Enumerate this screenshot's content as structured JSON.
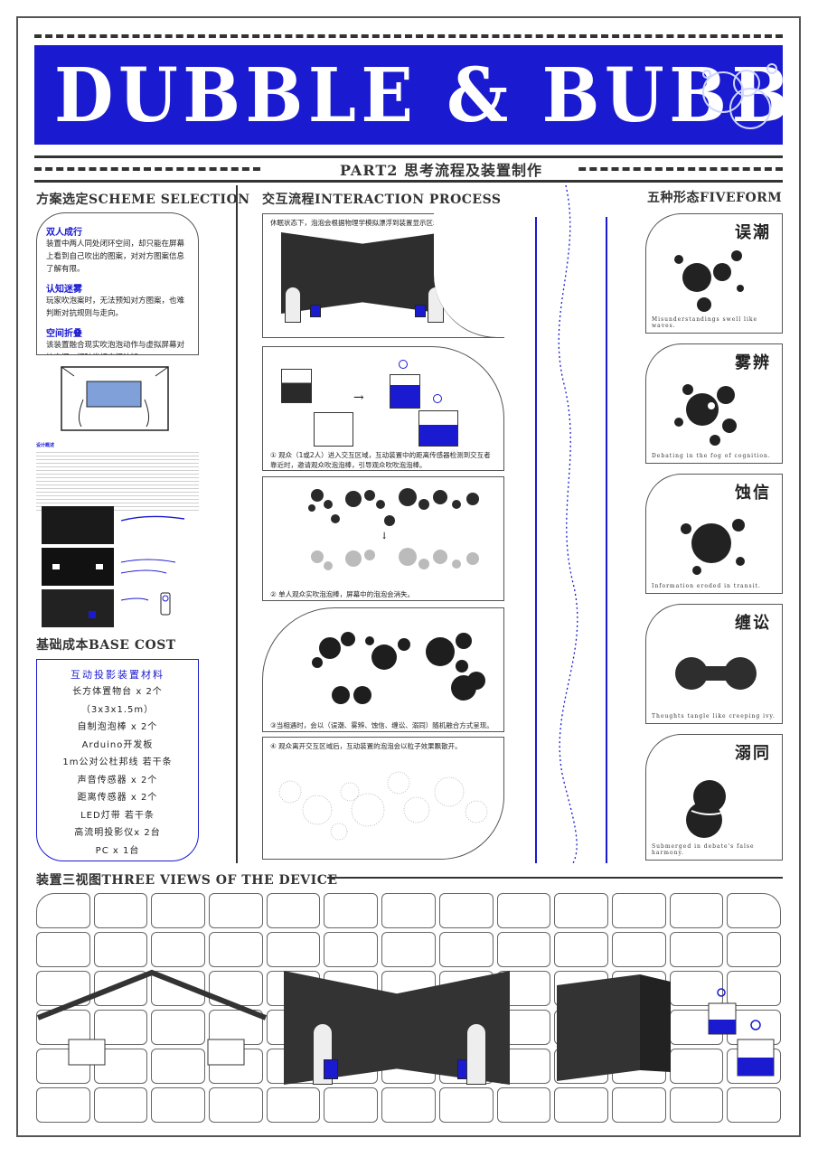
{
  "header": {
    "title": "DUBBLE & BUBBLE",
    "subtitle": "PART2 思考流程及装置制作"
  },
  "sections": {
    "scheme": "方案选定SCHEME SELECTION",
    "interaction": "交互流程INTERACTION PROCESS",
    "fiveform": "五种形态FIVEFORM",
    "cost": "基础成本BASE COST",
    "views": "装置三视图THREE VIEWS OF THE DEVICE"
  },
  "scheme": {
    "items": [
      {
        "heading": "双人成行",
        "text": "装置中两人同处闭环空间，却只能在屏幕上看到自己吹出的图案，对对方图案信息了解有限。"
      },
      {
        "heading": "认知迷雾",
        "text": "玩家吹泡案时，无法预知对方图案，也难判断对抗规则与走向。"
      },
      {
        "heading": "空间折叠",
        "text": "该装置融合现实吹泡泡动作与虚拟屏幕对抗空间，打破常规空间认知。"
      }
    ],
    "sketch_heading": "设计概述"
  },
  "interaction": {
    "steps": [
      "休眠状态下，泡泡会根据物理学模拟漂浮到装置显示区域的上方。",
      "① 观众（1或2人）进入交互区域，互动装置中的距离传感器检测到交互者靠近时，邀请观众吹泡泡棒，引导观众吹吹泡泡棒。",
      "② 单人观众实吹泡泡棒，屏幕中的泡泡会消失。",
      "③当相遇时，会以（误潮、雾辨、蚀信、缠讼、溺同）随机融合方式呈现。",
      "④ 观众离开交互区域后，互动装置的泡泡会以粒子效果飘散开。"
    ]
  },
  "forms": [
    {
      "name": "误潮",
      "caption": "Misunderstandings swell like waves."
    },
    {
      "name": "雾辨",
      "caption": "Debating in the fog of cognition."
    },
    {
      "name": "蚀信",
      "caption": "Information eroded in transit."
    },
    {
      "name": "缠讼",
      "caption": "Thoughts tangle like creeping ivy."
    },
    {
      "name": "溺同",
      "caption": "Submerged in debate's false harmony."
    }
  ],
  "cost": {
    "heading": "互动投影装置材料",
    "items": [
      "长方体置物台 x 2个",
      "（3x3x1.5m）",
      "自制泡泡棒 x 2个",
      "Arduino开发板",
      "1m公对公杜邦线 若干条",
      "声音传感器 x 2个",
      "距离传感器 x 2个",
      "LED灯带 若干条",
      "高流明投影仪x 2台",
      "PC x 1台"
    ]
  },
  "colors": {
    "accent": "#1a1ad0",
    "ink": "#333333"
  }
}
